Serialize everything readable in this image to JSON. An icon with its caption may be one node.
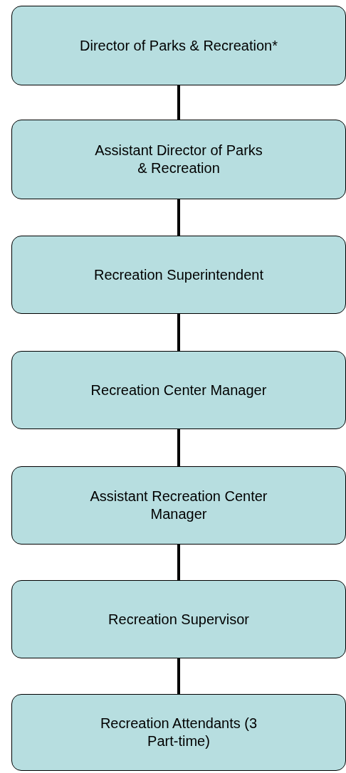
{
  "diagram": {
    "nodes": [
      {
        "text": [
          "Director of Parks & Recreation*"
        ]
      },
      {
        "text": [
          "Assistant Director of Parks & Recreation"
        ]
      },
      {
        "text": [
          "Recreation Superintendent"
        ]
      },
      {
        "text": [
          "Recreation Center Manager"
        ]
      },
      {
        "text": [
          "Assistant Recreation Center Manager"
        ]
      },
      {
        "text": [
          "Recreation Supervisor"
        ]
      },
      {
        "text": [
          "Recreation Attendants (3 Part-time)"
        ]
      }
    ],
    "edges": [
      {
        "from": 0,
        "to": 1,
        "arrow": "none"
      },
      {
        "from": 1,
        "to": 2,
        "arrow": "none"
      },
      {
        "from": 2,
        "to": 3,
        "arrow": "none"
      },
      {
        "from": 3,
        "to": 4,
        "arrow": "none"
      },
      {
        "from": 4,
        "to": 5,
        "arrow": "none"
      },
      {
        "from": 5,
        "to": 6,
        "arrow": "none"
      }
    ]
  }
}
